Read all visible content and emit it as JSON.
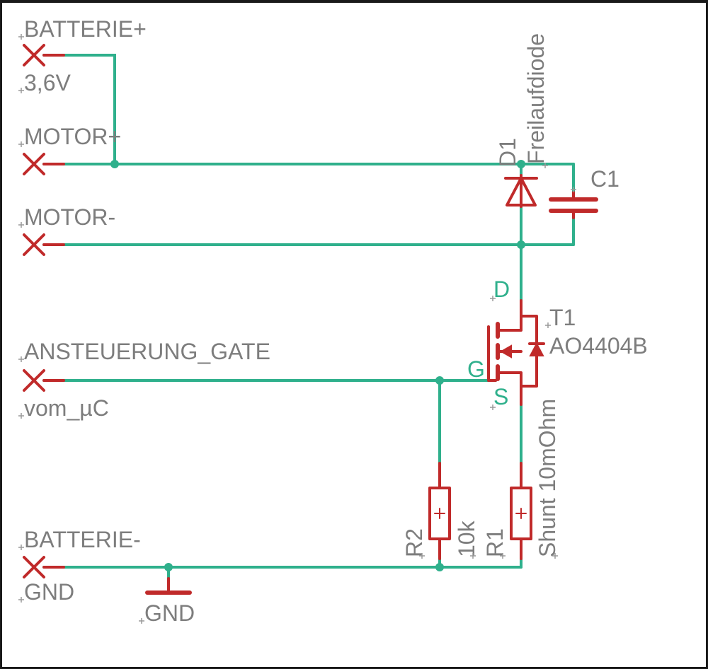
{
  "connectors": [
    {
      "name": "BATTERIE+",
      "value": "3,6V"
    },
    {
      "name": "MOTOR+"
    },
    {
      "name": "MOTOR-"
    },
    {
      "name": "ANSTEUERUNG_GATE",
      "value": "vom_µC"
    },
    {
      "name": "BATTERIE-",
      "value": "GND"
    }
  ],
  "components": {
    "diode": {
      "name": "D1",
      "value": "Freilaufdiode"
    },
    "capacitor": {
      "name": "C1"
    },
    "transistor": {
      "name": "T1",
      "value": "AO4404B",
      "pins": {
        "drain": "D",
        "gate": "G",
        "source": "S"
      }
    },
    "resistor_gate": {
      "name": "R2",
      "value": "10k"
    },
    "resistor_shunt": {
      "name": "R1",
      "value": "Shunt 10mOhm"
    },
    "ground": {
      "name": "GND"
    }
  },
  "colors": {
    "wire": "#2fb08c",
    "part": "#c02a2a",
    "label": "#7d7d7d",
    "border": "#1a1a1a"
  }
}
